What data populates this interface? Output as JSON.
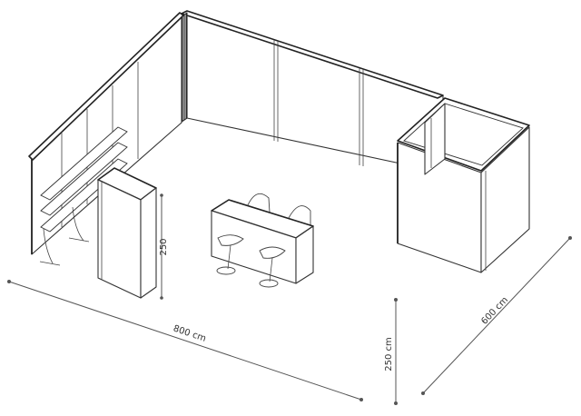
{
  "dimensions": {
    "width_label": "800 cm",
    "depth_label": "600 cm",
    "height_label": "250 cm",
    "tower_height_label": "250"
  },
  "colors": {
    "line": "#222222",
    "dimension_line": "#555555",
    "background": "#ffffff"
  }
}
